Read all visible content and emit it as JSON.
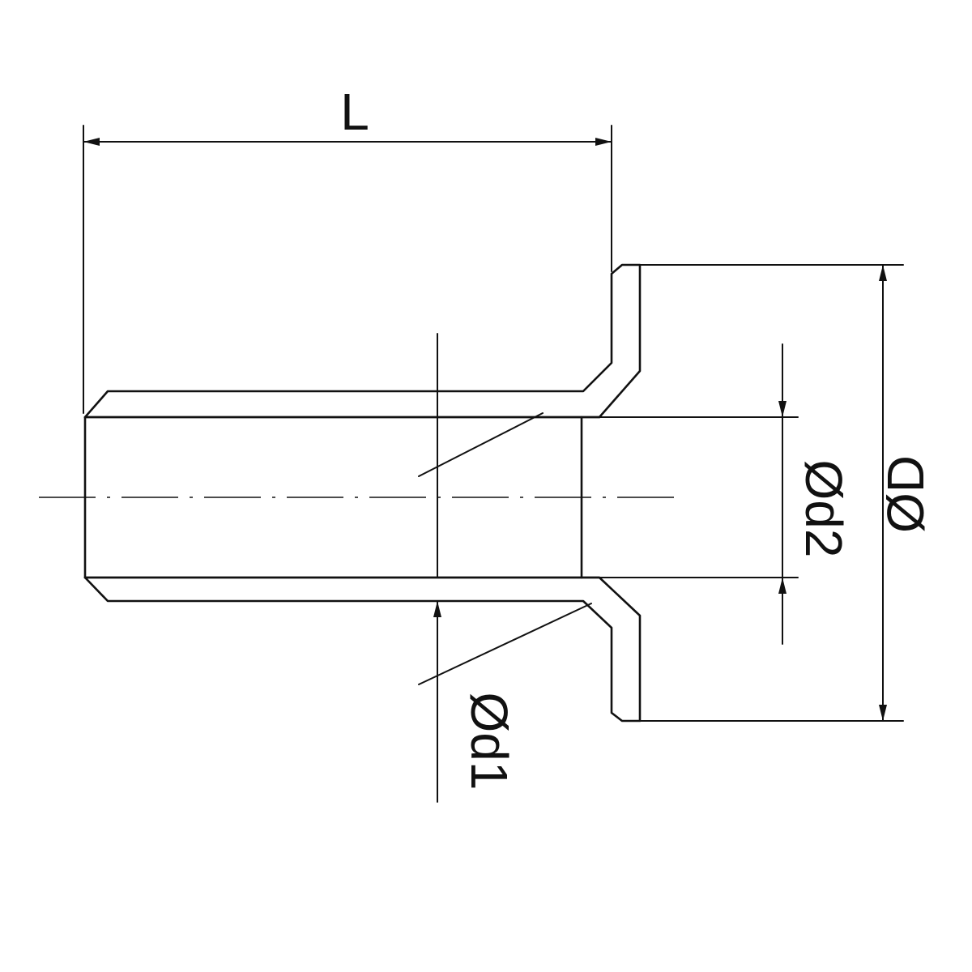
{
  "labels": {
    "length": "L",
    "outer_diameter": "ØD",
    "inner_diameter_1": "Ød1",
    "inner_diameter_2": "Ød2"
  },
  "colors": {
    "line": "#111111",
    "background": "#ffffff"
  }
}
